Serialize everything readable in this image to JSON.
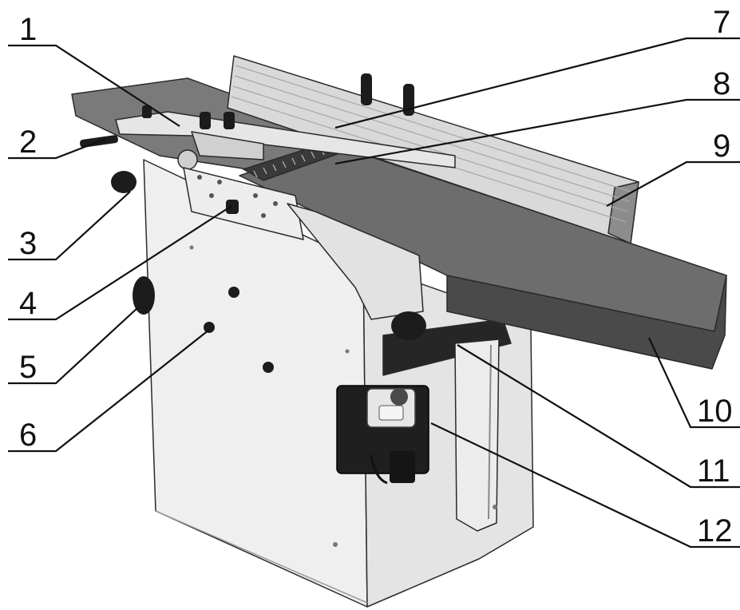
{
  "figure": {
    "callouts": [
      "1",
      "2",
      "3",
      "4",
      "5",
      "6",
      "7",
      "8",
      "9",
      "10",
      "11",
      "12"
    ]
  },
  "colors": {
    "table_surface": "#6f6f6f",
    "fence_aluminium": "#dcdcdc",
    "cabinet_body": "#f2f2f2",
    "knob_black": "#1c1c1c",
    "line": "#111111"
  }
}
